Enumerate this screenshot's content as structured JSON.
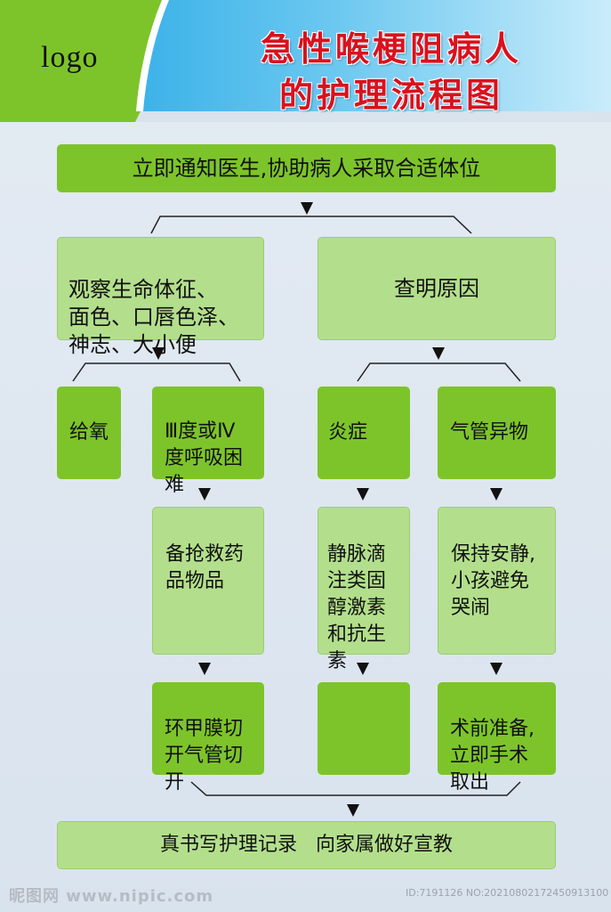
{
  "header": {
    "logo": "logo",
    "title_line1": "急性喉梗阻病人",
    "title_line2": "的护理流程图"
  },
  "nodes": {
    "top": "立即通知医生,协助病人采取合适体位",
    "observe": "观察生命体征、\n面色、口唇色泽、\n神志、大小便",
    "cause": "查明原因",
    "oxygen": "给氧",
    "dyspnea": "Ⅲ度或Ⅳ\n度呼吸困\n难",
    "inflammation": "炎症",
    "foreign_body": "气管异物",
    "prepare_drugs": "备抢救药\n品物品",
    "steroids": "静脉滴\n注类固\n醇激素\n和抗生\n素",
    "keep_quiet": "保持安静,\n小孩避免\n哭闹",
    "tracheotomy": "环甲膜切\n开气管切\n开",
    "empty": "",
    "surgery": "术前准备,\n立即手术\n取出",
    "bottom": "真书写护理记录   向家属做好宣教"
  },
  "watermark": {
    "left": "昵图网 www.nipic.com",
    "right": "ID:7191126 NO:20210802172450913100"
  },
  "colors": {
    "dark_green": "#7dc42b",
    "light_green": "#b3df8c",
    "title_red": "#d8121e",
    "header_blue": "#22a9e8"
  }
}
